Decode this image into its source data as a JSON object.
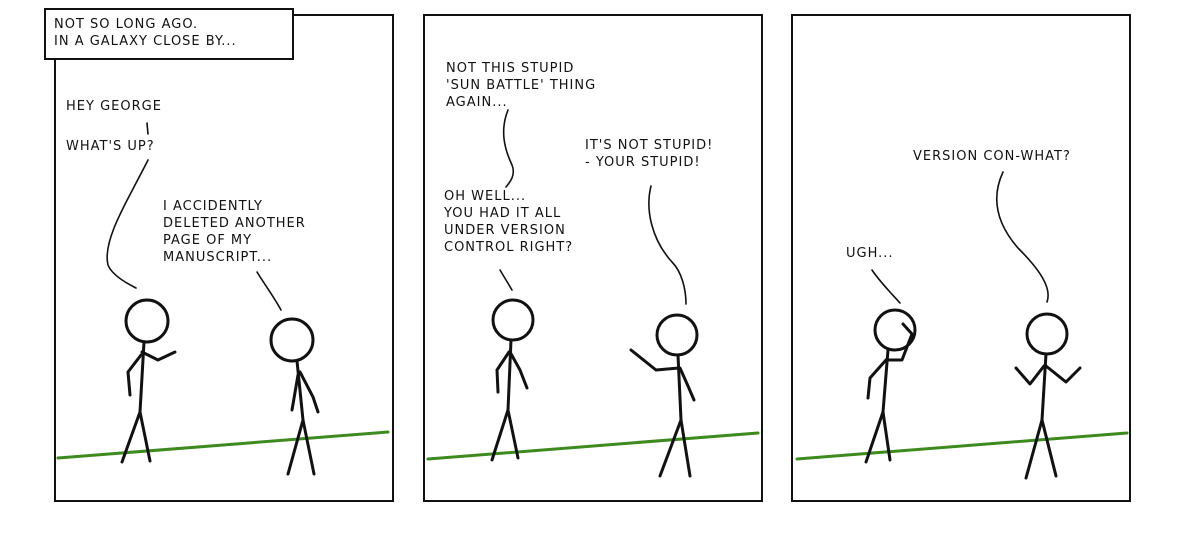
{
  "caption": {
    "line1": "NOT SO LONG AGO.",
    "line2": "IN A GALAXY CLOSE BY..."
  },
  "panel1": {
    "left_line1": "HEY GEORGE",
    "left_line2": "WHAT'S UP?",
    "right_lines": [
      "I ACCIDENTLY",
      "DELETED ANOTHER",
      "PAGE OF MY",
      "MANUSCRIPT..."
    ]
  },
  "panel2": {
    "left_top_lines": [
      "NOT THIS STUPID",
      "'SUN BATTLE' THING",
      "AGAIN..."
    ],
    "left_bottom_lines": [
      "OH WELL...",
      "YOU HAD IT ALL",
      "UNDER VERSION",
      "CONTROL RIGHT?"
    ],
    "right_lines": [
      "IT'S NOT STUPID!",
      "- YOUR STUPID!"
    ]
  },
  "panel3": {
    "left_text": "UGH...",
    "right_text": "VERSION CON-WHAT?"
  },
  "colors": {
    "ink": "#111111",
    "ground": "#3d8a1f",
    "background": "#ffffff"
  }
}
